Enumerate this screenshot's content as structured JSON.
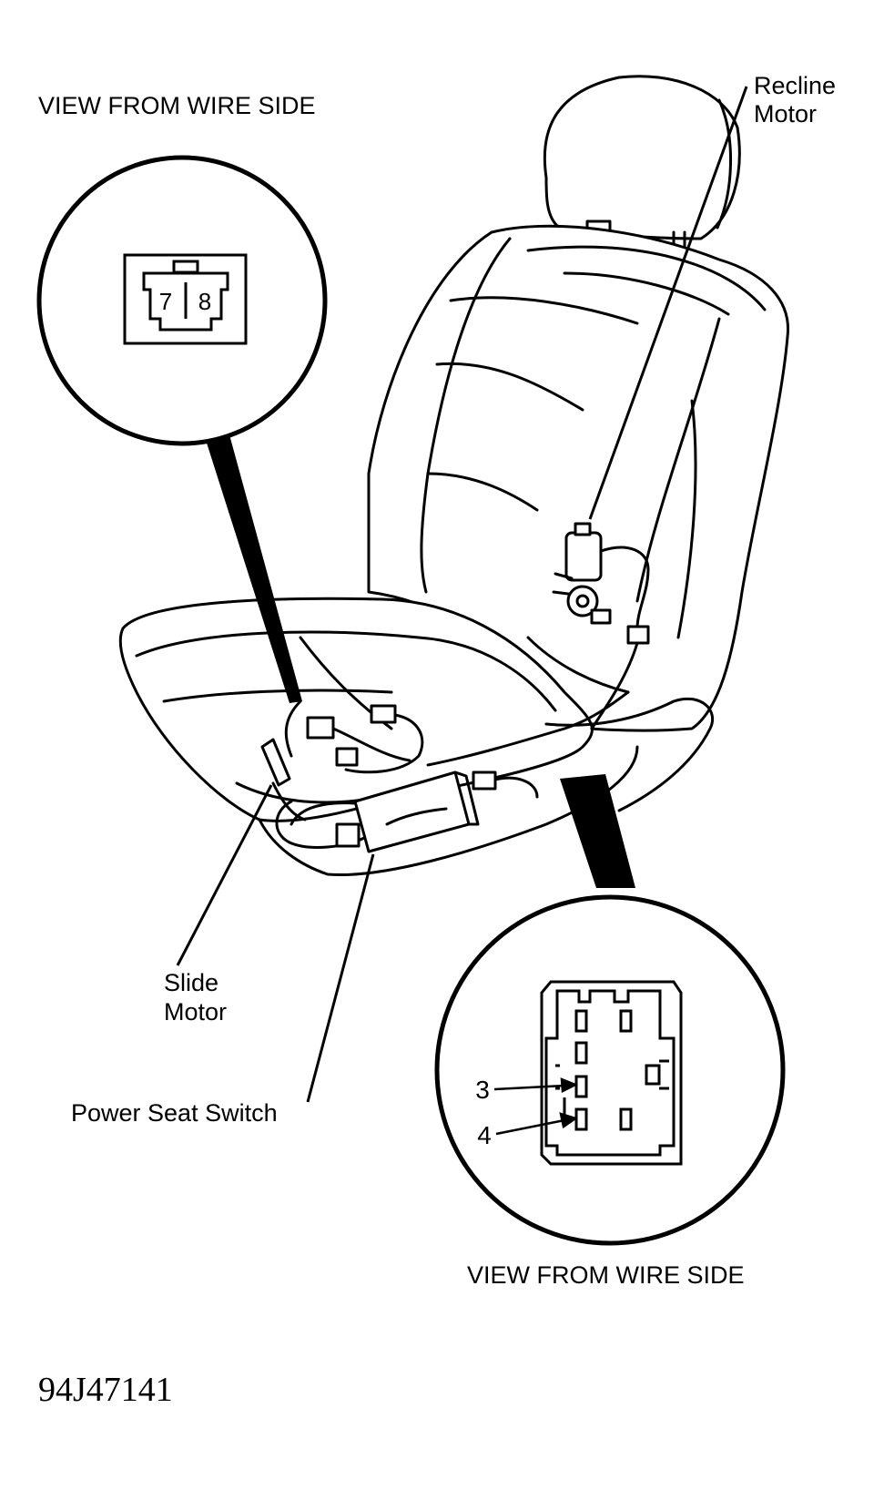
{
  "labels": {
    "view_top": "VIEW FROM WIRE SIDE",
    "view_bottom": "VIEW FROM WIRE SIDE",
    "recline_line1": "Recline",
    "recline_line2": "Motor",
    "slide_line1": "Slide",
    "slide_line2": "Motor",
    "power_switch": "Power Seat Switch",
    "figure_code": "94J47141"
  },
  "connector_top": {
    "pin_left": "7",
    "pin_right": "8"
  },
  "connector_bottom": {
    "pin_a": "3",
    "pin_b": "4"
  }
}
